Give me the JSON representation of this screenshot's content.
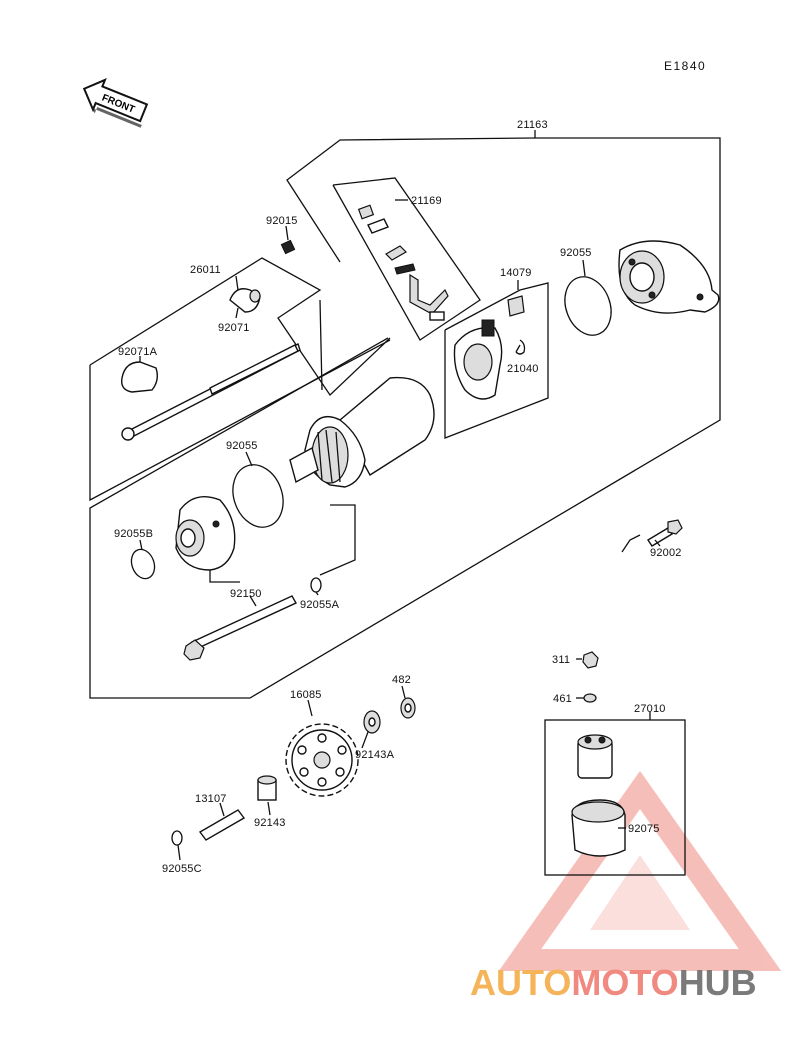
{
  "diagram": {
    "code": "E1840",
    "front_label": "FRONT",
    "labels": {
      "p21163": "21163",
      "p21169": "21169",
      "p92015": "92015",
      "p26011": "26011",
      "p92071": "92071",
      "p92071A": "92071A",
      "p14079": "14079",
      "p92055_top": "92055",
      "p21040": "21040",
      "p92055_mid": "92055",
      "p92055B": "92055B",
      "p92002": "92002",
      "p92150": "92150",
      "p92055A": "92055A",
      "p311": "311",
      "p461": "461",
      "p27010": "27010",
      "p482": "482",
      "p16085": "16085",
      "p92143A": "92143A",
      "p13107": "13107",
      "p92143": "92143",
      "p92055C": "92055C",
      "p92075": "92075"
    }
  },
  "watermark": {
    "part1": "AUTO",
    "part2": "MOTO",
    "part3": "HUB",
    "color1": "#f5b45a",
    "color2": "#f08a80",
    "color3": "#7a7a7a"
  }
}
